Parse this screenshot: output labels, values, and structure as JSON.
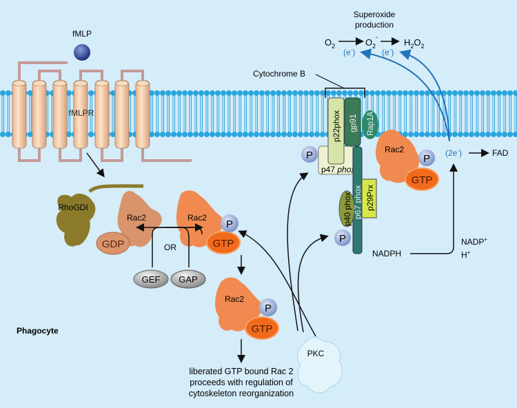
{
  "title": {
    "line1": "Superoxide",
    "line2": "production"
  },
  "reaction": {
    "o2": "O",
    "o2_sub": "2",
    "superoxide": "O",
    "superoxide_sub": "2",
    "superoxide_sup": "-",
    "h2o2": "H",
    "h2o2_sub1": "2",
    "h2o2_o": "O",
    "h2o2_sub2": "2",
    "e1": "(e",
    "e_sup": "-",
    "e_close": ")",
    "e2": "(e"
  },
  "labels": {
    "fmlp": "fMLP",
    "fmlpr": "fMLPR",
    "cytochrome_b": "Cytochrome B",
    "p22phox": "p22phox",
    "gp91": "gp91",
    "rap1a": "Rap1A",
    "p47phox_a": "p47",
    "p47phox_b": "phox",
    "p40phox": "p40 phox",
    "p67phox": "p67 phox",
    "p29prx": "p29Prx",
    "rac2": "Rac2",
    "p": "P",
    "gtp": "GTP",
    "gdp": "GDP",
    "rhogdi": "RhoGDI",
    "or": "OR",
    "gef": "GEF",
    "gap": "GAP",
    "two_e": "(2e",
    "two_e_sup": "-",
    "two_e_close": ")",
    "fad": "FAD",
    "nadph": "NADPH",
    "nadp": "NADP",
    "nadp_sup": "+",
    "h": "H",
    "h_sup": "+",
    "pkc": "PKC",
    "phagocyte": "Phagocyte",
    "liberated_1": "liberated GTP bound Rac 2",
    "liberated_2": "proceeds with regulation of",
    "liberated_3": "cytoskeleton reorganization"
  },
  "colors": {
    "background": "#d5ecf9",
    "membrane_heads": "#2aa5dd",
    "electron_arrows": "#2273b8",
    "rac2_active": "#f08a50",
    "rac2_inactive": "#d9946c",
    "gtp": "#f26a1b",
    "rhogdi": "#8a7a2a",
    "receptor": "#f6cfa8"
  }
}
